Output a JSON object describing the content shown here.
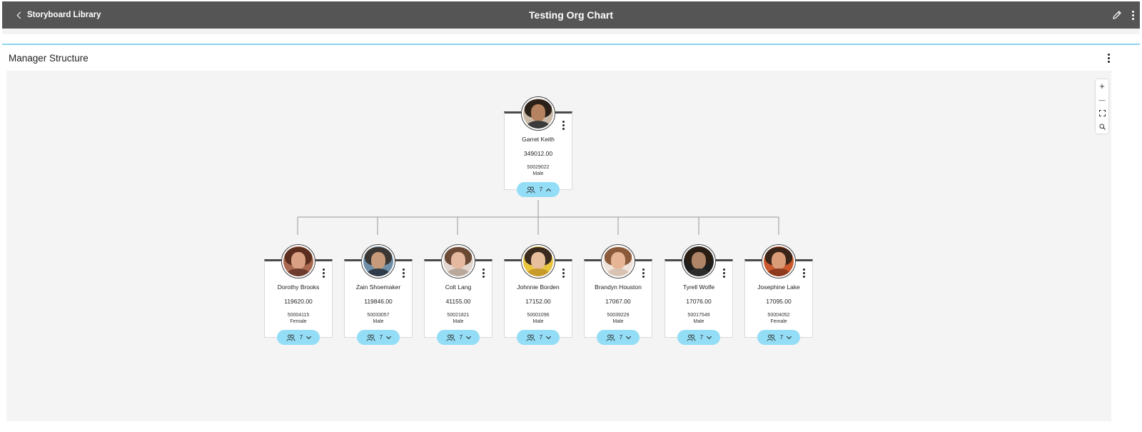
{
  "topbar": {
    "back_label": "Storyboard Library",
    "title": "Testing Org Chart",
    "edit_icon": "pencil-icon",
    "menu_icon": "more-vertical-icon"
  },
  "panel": {
    "title": "Manager Structure",
    "menu_icon": "more-vertical-icon",
    "accent_color": "#8fd3f0"
  },
  "zoom_controls": {
    "zoom_in": "+",
    "zoom_out": "—",
    "fit_icon": "fit-screen-icon",
    "search_icon": "search-icon"
  },
  "root": {
    "name": "Garret Keith",
    "salary": "349012.00",
    "employee_id": "50029022",
    "gender": "Male",
    "reports_count": "7",
    "expanded": true
  },
  "children": [
    {
      "name": "Dorothy Brooks",
      "salary": "119620.00",
      "employee_id": "50004115",
      "gender": "Female",
      "reports_count": "7"
    },
    {
      "name": "Zain Shoemaker",
      "salary": "119846.00",
      "employee_id": "50033057",
      "gender": "Male",
      "reports_count": "7"
    },
    {
      "name": "Colt Lang",
      "salary": "41155.00",
      "employee_id": "50021821",
      "gender": "Male",
      "reports_count": "7"
    },
    {
      "name": "Johnnie Borden",
      "salary": "17152.00",
      "employee_id": "50001096",
      "gender": "Male",
      "reports_count": "7"
    },
    {
      "name": "Brandyn Houston",
      "salary": "17067.00",
      "employee_id": "50039229",
      "gender": "Male",
      "reports_count": "7"
    },
    {
      "name": "Tyrell Wolfe",
      "salary": "17076.00",
      "employee_id": "50017549",
      "gender": "Male",
      "reports_count": "7"
    },
    {
      "name": "Josephine Lake",
      "salary": "17095.00",
      "employee_id": "50004052",
      "gender": "Female",
      "reports_count": "7"
    }
  ],
  "colors": {
    "topbar": "#555555",
    "pill": "#93ddf6",
    "canvas": "#f4f4f4"
  }
}
